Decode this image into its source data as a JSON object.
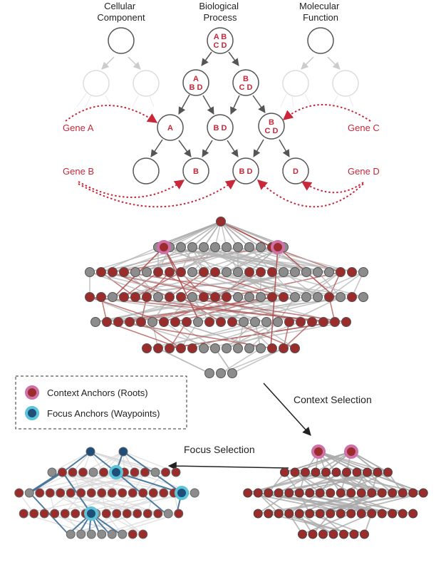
{
  "headings": {
    "cc": [
      "Cellular",
      "Component"
    ],
    "bp": [
      "Biological",
      "Process"
    ],
    "mf": [
      "Molecular",
      "Function"
    ]
  },
  "genes": {
    "a": "Gene A",
    "b": "Gene B",
    "c": "Gene C",
    "d": "Gene D"
  },
  "tree_nodes": [
    {
      "id": "bp-root",
      "lines": [
        "A B",
        "C D"
      ]
    },
    {
      "id": "bp-l1-left",
      "lines": [
        "A",
        "B D"
      ]
    },
    {
      "id": "bp-l1-right",
      "lines": [
        "B",
        "C D"
      ]
    },
    {
      "id": "bp-l2-a",
      "lines": [
        "A"
      ]
    },
    {
      "id": "bp-l2-bd",
      "lines": [
        "B D"
      ]
    },
    {
      "id": "bp-l2-bcd",
      "lines": [
        "B",
        "C D"
      ]
    },
    {
      "id": "bp-l3-empty",
      "lines": []
    },
    {
      "id": "bp-l3-b",
      "lines": [
        "B"
      ]
    },
    {
      "id": "bp-l3-bd",
      "lines": [
        "B D"
      ]
    },
    {
      "id": "bp-l3-d",
      "lines": [
        "D"
      ]
    }
  ],
  "legend": {
    "context": "Context Anchors (Roots)",
    "focus": "Focus Anchors (Waypoints)"
  },
  "arrows": {
    "context": "Context Selection",
    "focus": "Focus Selection"
  },
  "colors": {
    "gene_red": "#c8283a",
    "node_red": "#9b2c2c",
    "node_gray": "#8c8c8c",
    "anchor_pink": "#d070a8",
    "focus_blue": "#1f4e79",
    "focus_cyan": "#5cc4d8",
    "faded_red": "#c99595",
    "edge_red": "#b05050",
    "edge_gray": "#b4b4b4",
    "edge_blue": "#3c6e96"
  }
}
